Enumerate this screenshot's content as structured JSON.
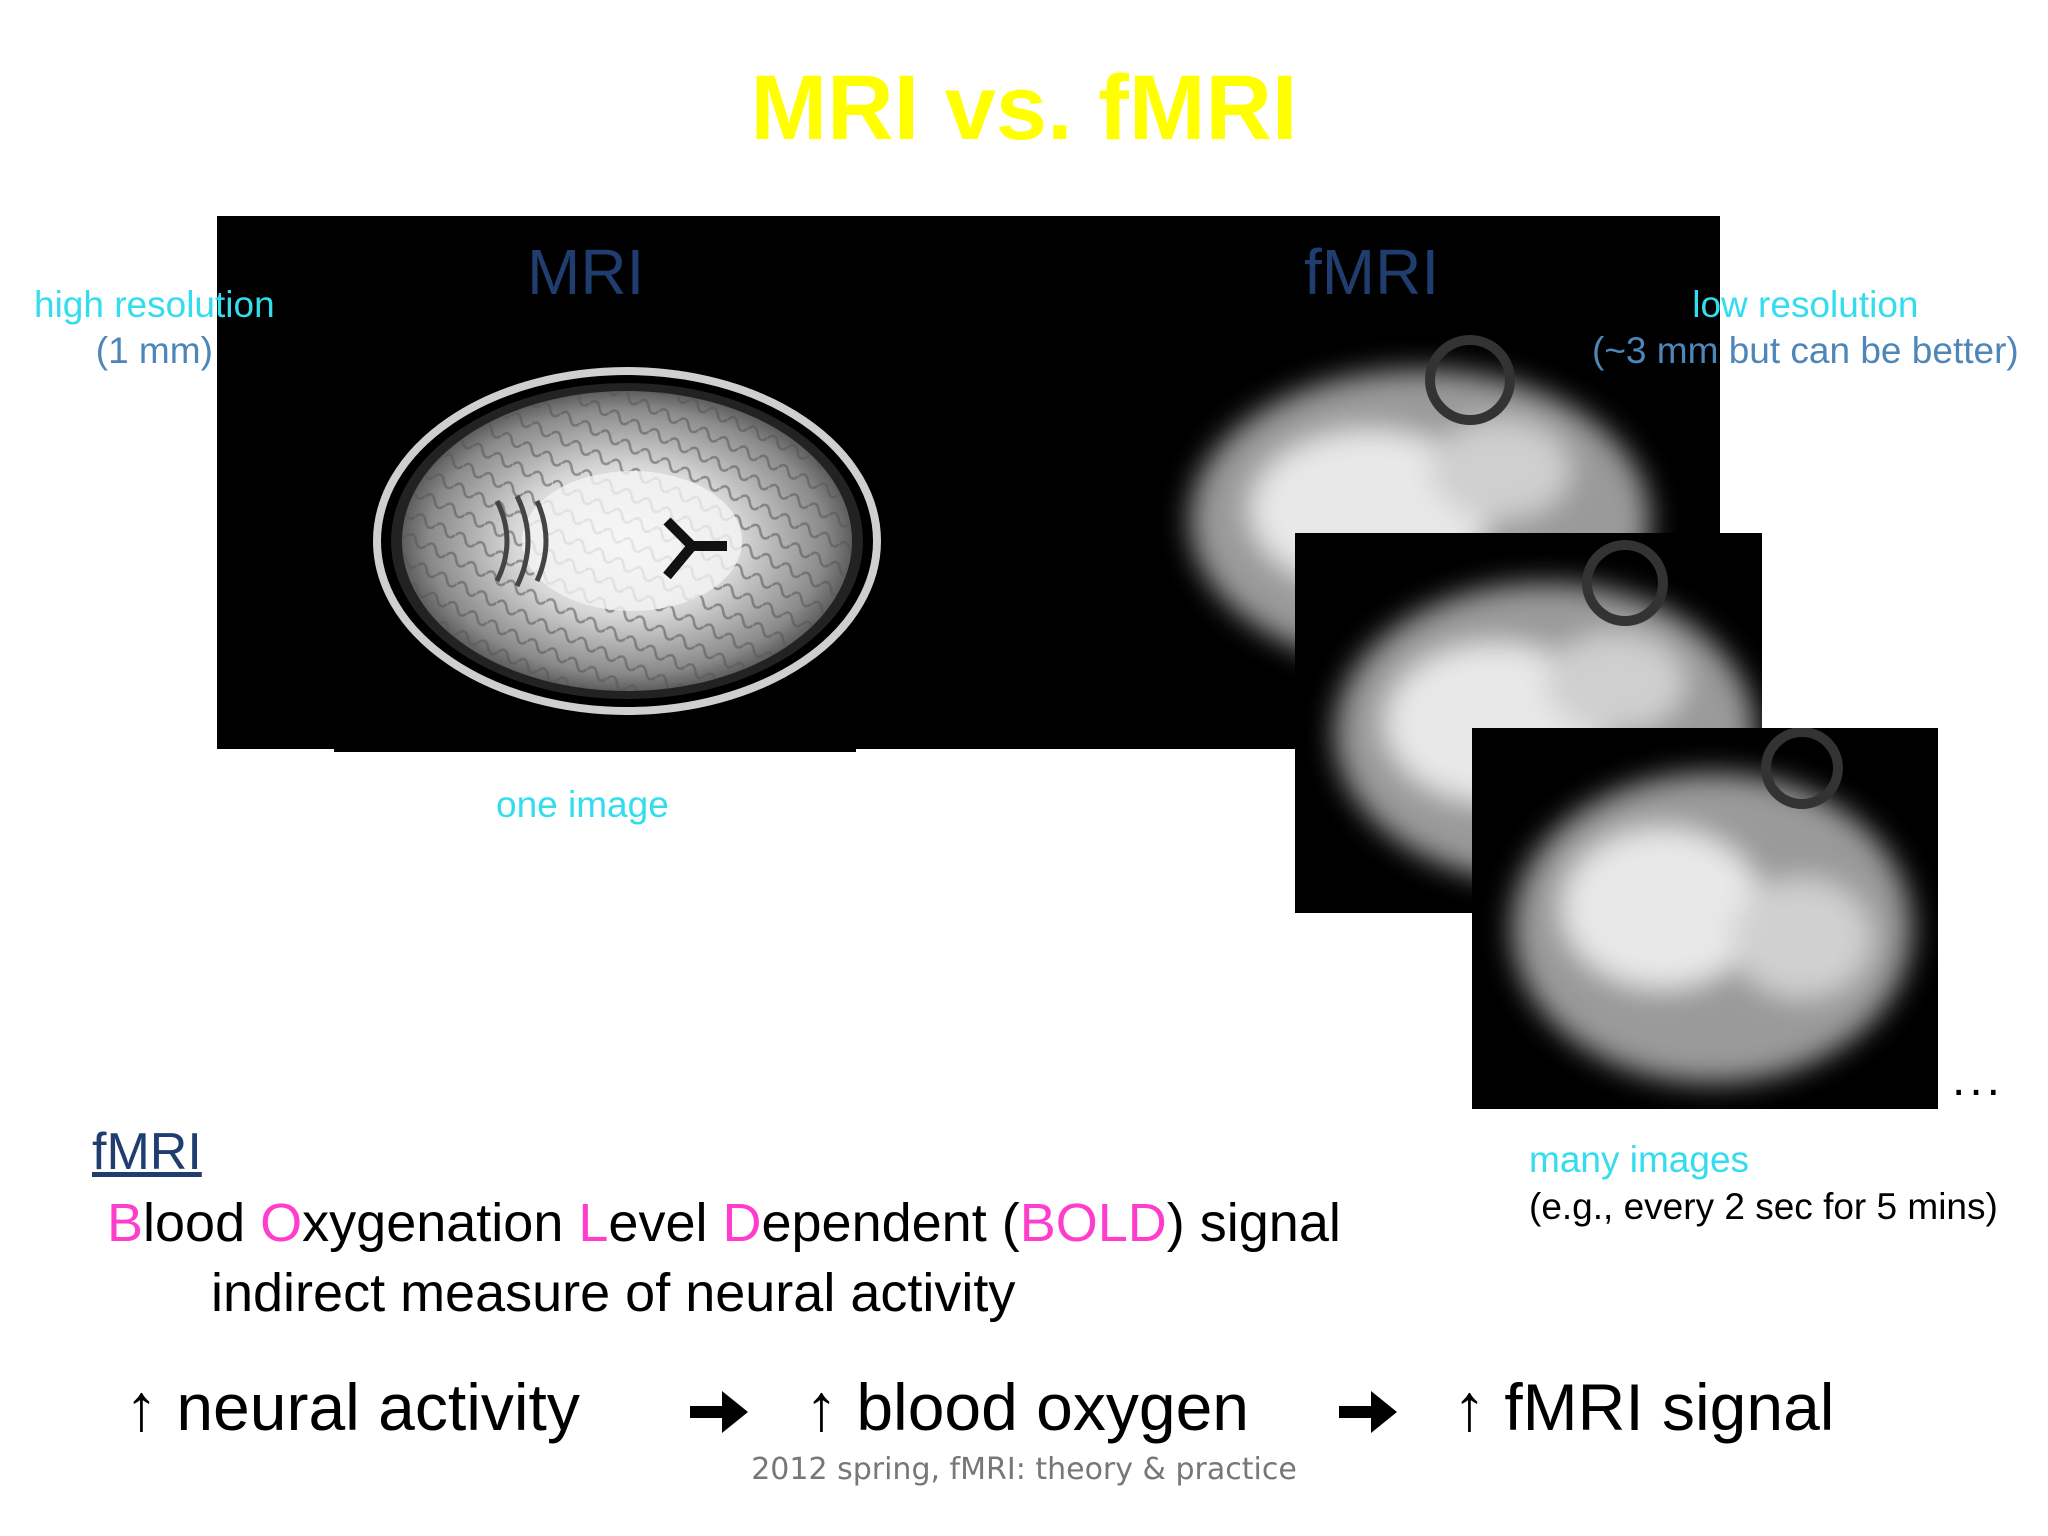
{
  "slide": {
    "title": "MRI vs. fMRI",
    "panel_label_mri": "MRI",
    "panel_label_fmri": "fMRI",
    "high_res_line1": "high resolution",
    "high_res_line2": "(1 mm)",
    "low_res_line1": "low resolution",
    "low_res_line2": "(~3 mm but can be better)",
    "one_image": "one image",
    "many_images": "many images",
    "many_images_detail": "(e.g., every 2 sec for 5 mins)",
    "ellipsis": "...",
    "fmri_heading": "fMRI",
    "bold_parts": [
      "B",
      "lood ",
      "O",
      "xygenation ",
      "L",
      "evel ",
      "D",
      "ependent (",
      "BOLD",
      ") signal"
    ],
    "indirect_measure": "indirect measure of neural activity",
    "chain": [
      {
        "arrow": "↑",
        "text": "neural activity"
      },
      {
        "arrow": "↑",
        "text": "blood oxygen"
      },
      {
        "arrow": "↑",
        "text": "fMRI signal"
      }
    ],
    "footer": "2012 spring, fMRI: theory & practice"
  },
  "colors": {
    "title": "#ffff00",
    "panel_label": "#1f3d6e",
    "cyan_text": "#33ddee",
    "steel_text": "#4f86b8",
    "bold_letters": "#ff3dcc",
    "footer": "#777777"
  },
  "icons": {
    "increase": "up-arrow-icon",
    "leads_to": "right-arrow-icon"
  }
}
